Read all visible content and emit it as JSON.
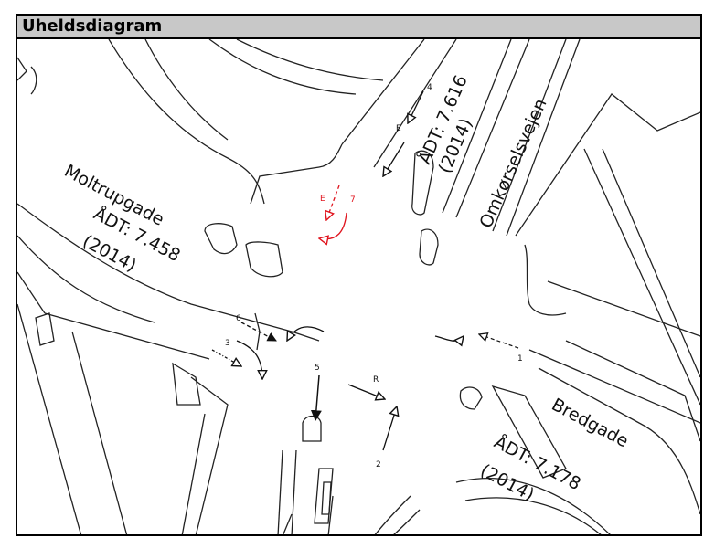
{
  "panel": {
    "title": "Uheldsdiagram"
  },
  "streets": {
    "moltrupgade": {
      "name": "Moltrupgade",
      "adt": "ÅDT: 7.458",
      "year": "(2014)"
    },
    "omkorselsvejen": {
      "name": "Omkørselsvejen",
      "adt": "ÅDT: 7.616",
      "year": "(2014)"
    },
    "bredgade": {
      "name": "Bredgade",
      "adt": "ÅDT: 7.178",
      "year": "(2014)"
    }
  },
  "accidents": [
    {
      "id": "1",
      "marker": ""
    },
    {
      "id": "2",
      "marker": ""
    },
    {
      "id": "3",
      "marker": ""
    },
    {
      "id": "4",
      "marker": "E"
    },
    {
      "id": "5",
      "marker": ""
    },
    {
      "id": "6",
      "marker": ""
    },
    {
      "id": "7",
      "marker": "E",
      "color": "#e0141e"
    }
  ],
  "extra_markers": {
    "r": "R"
  },
  "colors": {
    "highlight": "#e0141e",
    "titlebar": "#c8c8c8"
  }
}
